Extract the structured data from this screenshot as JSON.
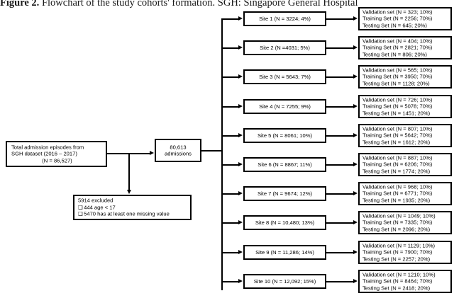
{
  "caption": {
    "label": "Figure 2.",
    "text": " Flowchart of the study cohorts' formation. SGH: Singapore General Hospital"
  },
  "nodes": {
    "total_admissions": {
      "line1": "Total admission episodes from",
      "line2": "SGH dataset (2016 – 2017)",
      "line3": "(N = 86,527)"
    },
    "excluded": {
      "line1": "5914 excluded",
      "line2": "444 age < 17",
      "line3": "5470 has at least one missing value",
      "bullet": "❑"
    },
    "admissions": {
      "line1": "80,613",
      "line2": "admissions"
    }
  },
  "sites": [
    {
      "label": "Site 1 (N = 3224; 4%)",
      "validation": "Validation set (N = 323; 10%)",
      "training": "Training Set (N = 2256; 70%)",
      "testing": "Testing Set (N = 645; 20%)"
    },
    {
      "label": "Site 2 (N =4031; 5%)",
      "validation": "Validation set (N = 404; 10%)",
      "training": "Training Set (N = 2821; 70%)",
      "testing": "Testing Set (N = 806; 20%)"
    },
    {
      "label": "Site 3 (N = 5643; 7%)",
      "validation": "Validation set (N = 565; 10%)",
      "training": "Training Set (N = 3950; 70%)",
      "testing": "Testing Set (N = 1128; 20%)"
    },
    {
      "label": "Site 4 (N = 7255; 9%)",
      "validation": "Validation set (N = 726; 10%)",
      "training": "Training Set (N = 5078; 70%)",
      "testing": "Testing Set (N = 1451; 20%)"
    },
    {
      "label": "Site 5 (N = 8061; 10%)",
      "validation": "Validation set (N = 807; 10%)",
      "training": "Training Set (N = 5642; 70%)",
      "testing": "Testing Set (N = 1612; 20%)"
    },
    {
      "label": "Site 6 (N = 8867; 11%)",
      "validation": "Validation set (N = 887; 10%)",
      "training": "Training Set (N = 6206; 70%)",
      "testing": "Testing Set (N = 1774; 20%)"
    },
    {
      "label": "Site 7 (N = 9674; 12%)",
      "validation": "Validation set (N = 968; 10%)",
      "training": "Training Set (N = 6771; 70%)",
      "testing": "Testing Set (N = 1935; 20%)"
    },
    {
      "label": "Site 8 (N = 10,480; 13%)",
      "validation": "Validation set (N = 1049; 10%)",
      "training": "Training Set (N = 7335; 70%)",
      "testing": "Testing Set (N = 2096; 20%)"
    },
    {
      "label": "Site 9 (N = 11,286; 14%)",
      "validation": "Validation set (N = 1129; 10%)",
      "training": "Training Set (N = 7900; 70%)",
      "testing": "Testing Set (N = 2257; 20%)"
    },
    {
      "label": "Site 10 (N = 12,092; 15%)",
      "validation": "Validation set (N = 1210; 10%)",
      "training": "Training Set (N = 8464; 70%)",
      "testing": "Testing Set (N = 2418; 20%)"
    }
  ],
  "colors": {
    "stroke": "#000000",
    "background": "#ffffff"
  }
}
